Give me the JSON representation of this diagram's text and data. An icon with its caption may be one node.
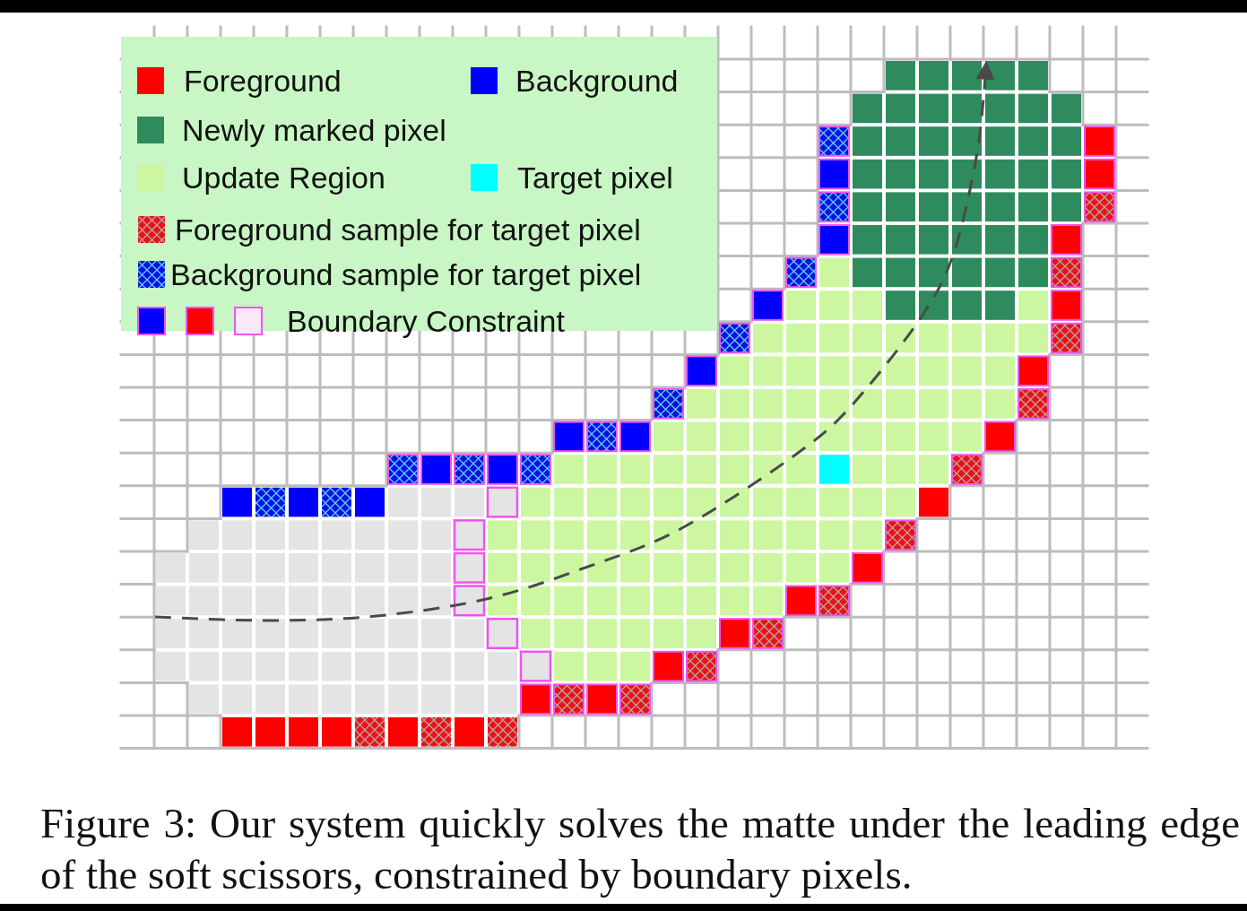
{
  "diagram": {
    "caption": "Figure 3: Our system quickly solves the matte under the leading edge of the soft scissors, constrained by boundary pixels.",
    "legend": [
      {
        "text": "Foreground",
        "color": "#ff0000"
      },
      {
        "text": "Background",
        "color": "#0000ff"
      },
      {
        "text": "Newly marked pixel",
        "color": "#2e8b5e"
      },
      {
        "text": "Update Region",
        "color": "#ccf7a0"
      },
      {
        "text": "Target pixel",
        "color": "#00ffff"
      },
      {
        "text": "Foreground sample for target pixel"
      },
      {
        "text": "Background sample for target pixel"
      },
      {
        "text": "Boundary Constraint"
      }
    ]
  }
}
